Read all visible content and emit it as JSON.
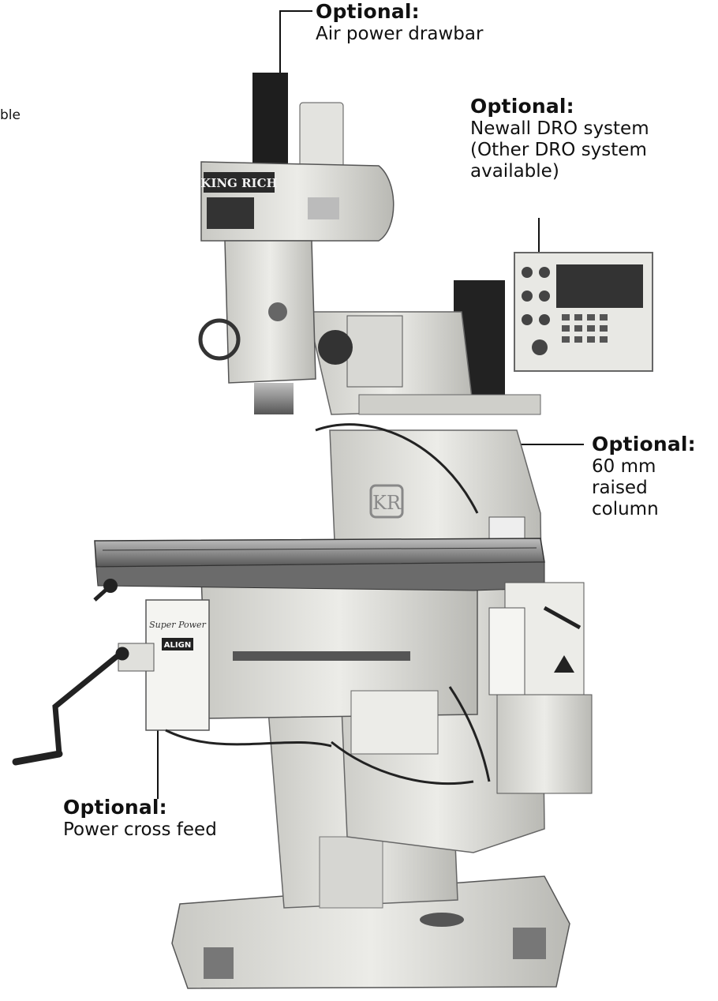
{
  "brand_plate": "KING RICH",
  "column_badge": "KR",
  "power_feed_label": "Super Power",
  "power_feed_tag": "ALIGN",
  "cut_text": "ble",
  "callouts": {
    "drawbar": {
      "head": "Optional:",
      "lines": [
        "Air power drawbar"
      ]
    },
    "dro": {
      "head": "Optional:",
      "lines": [
        "Newall DRO system",
        "(Other DRO system",
        "available)"
      ]
    },
    "column": {
      "head": "Optional:",
      "lines": [
        "60 mm",
        "raised",
        "column"
      ]
    },
    "cross_feed": {
      "head": "Optional:",
      "lines": [
        "Power cross feed"
      ]
    }
  }
}
